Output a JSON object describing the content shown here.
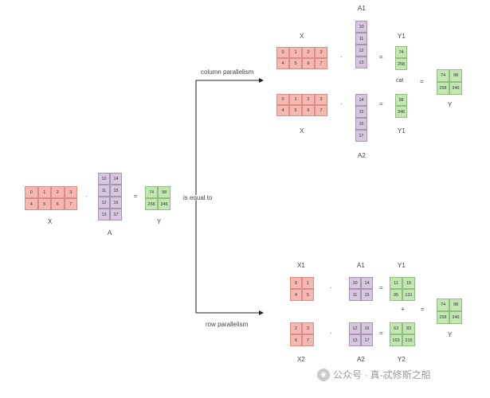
{
  "labels": {
    "X_main": "X",
    "A_main": "A",
    "Y_main": "Y",
    "X_col": "X",
    "A1_col": "A1",
    "Y1_col": "Y1",
    "cat": "cat",
    "Y_col": "Y",
    "X_col2": "X",
    "A2_col": "A2",
    "Y1_col2": "Y1",
    "X1_row": "X1",
    "A1_row": "A1",
    "Y1_row": "Y1",
    "Y_row": "Y",
    "X2_row": "X2",
    "A2_row": "A2",
    "Y2_row": "Y2",
    "column_parallelism": "column parallelism",
    "row_parallelism": "row parallelism",
    "is_equal_to": "is equal to"
  },
  "operators": {
    "dot": "·",
    "equals": "=",
    "plus": "+"
  },
  "matrices": {
    "main_X": [
      [
        "0",
        "1",
        "2",
        "3"
      ],
      [
        "4",
        "5",
        "6",
        "7"
      ]
    ],
    "main_A": [
      [
        "10",
        "14"
      ],
      [
        "11",
        "15"
      ],
      [
        "12",
        "16"
      ],
      [
        "13",
        "17"
      ]
    ],
    "main_Y": [
      [
        "74",
        "98"
      ],
      [
        "258",
        "346"
      ]
    ],
    "col_X_top": [
      [
        "0",
        "1",
        "2",
        "3"
      ],
      [
        "4",
        "5",
        "6",
        "7"
      ]
    ],
    "col_A1": [
      [
        "10"
      ],
      [
        "11"
      ],
      [
        "12"
      ],
      [
        "13"
      ]
    ],
    "col_Y1_top": [
      [
        "74"
      ],
      [
        "258"
      ]
    ],
    "col_X_bot": [
      [
        "0",
        "1",
        "2",
        "3"
      ],
      [
        "4",
        "5",
        "6",
        "7"
      ]
    ],
    "col_A2": [
      [
        "14"
      ],
      [
        "15"
      ],
      [
        "16"
      ],
      [
        "17"
      ]
    ],
    "col_Y1_bot": [
      [
        "98"
      ],
      [
        "346"
      ]
    ],
    "col_Y": [
      [
        "74",
        "98"
      ],
      [
        "258",
        "346"
      ]
    ],
    "row_X1": [
      [
        "0",
        "1"
      ],
      [
        "4",
        "5"
      ]
    ],
    "row_A1": [
      [
        "10",
        "14"
      ],
      [
        "11",
        "15"
      ]
    ],
    "row_Y1": [
      [
        "11",
        "15"
      ],
      [
        "95",
        "131"
      ]
    ],
    "row_X2": [
      [
        "2",
        "3"
      ],
      [
        "6",
        "7"
      ]
    ],
    "row_A2": [
      [
        "12",
        "16"
      ],
      [
        "13",
        "17"
      ]
    ],
    "row_Y2": [
      [
        "63",
        "83"
      ],
      [
        "163",
        "215"
      ]
    ],
    "row_Y": [
      [
        "74",
        "98"
      ],
      [
        "258",
        "346"
      ]
    ]
  },
  "watermark": {
    "text": "公众号 · 真-忒修斯之船",
    "icon": "wechat-icon"
  }
}
